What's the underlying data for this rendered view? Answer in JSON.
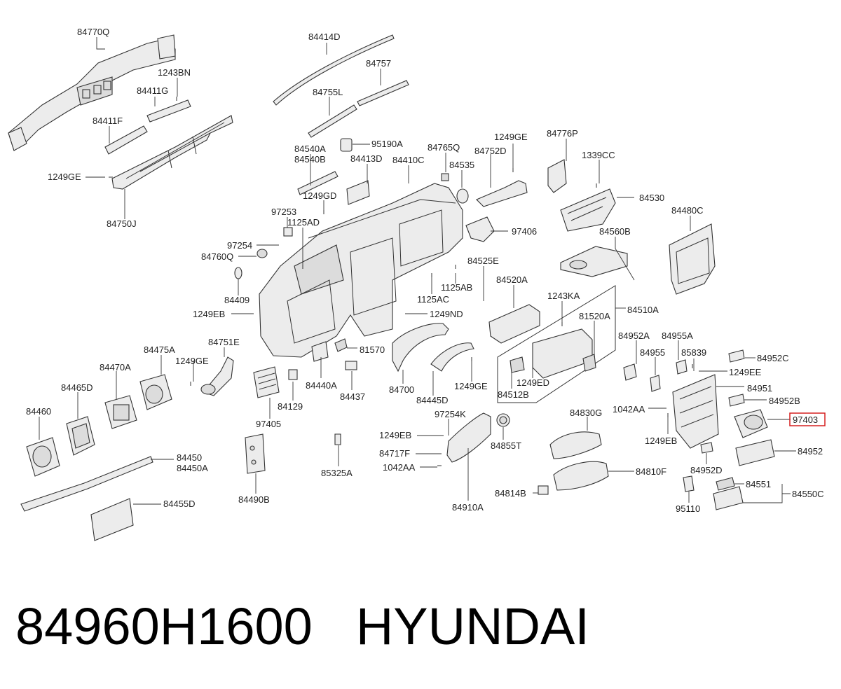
{
  "highlighted_part": "97403",
  "labels": {
    "p84770Q": "84770Q",
    "p1243BN": "1243BN",
    "p84411G": "84411G",
    "p84411F": "84411F",
    "p1249GE_a": "1249GE",
    "p84750J": "84750J",
    "p84414D": "84414D",
    "p84757": "84757",
    "p84755L": "84755L",
    "p95190A": "95190A",
    "p84765Q": "84765Q",
    "p1249GE_b": "1249GE",
    "p84776P": "84776P",
    "p84752D": "84752D",
    "p84535": "84535",
    "p84540A": "84540A",
    "p84540B": "84540B",
    "p84413D": "84413D",
    "p84410C": "84410C",
    "p1339CC": "1339CC",
    "p84530": "84530",
    "p1249GD": "1249GD",
    "p97253": "97253",
    "p1125AD": "1125AD",
    "p97406": "97406",
    "p84480C": "84480C",
    "p84560B": "84560B",
    "p97254_a": "97254",
    "p84760Q": "84760Q",
    "p84525E": "84525E",
    "p1125AB": "1125AB",
    "p84520A": "84520A",
    "p84409": "84409",
    "p1125AC": "1125AC",
    "p1243KA": "1243KA",
    "p84510A": "84510A",
    "p1249EB_a": "1249EB",
    "p1249ND": "1249ND",
    "p81520A": "81520A",
    "p84751E": "84751E",
    "p84475A": "84475A",
    "p81570": "81570",
    "p84952A": "84952A",
    "p84955A": "84955A",
    "p84470A": "84470A",
    "p1249GE_c": "1249GE",
    "p84955": "84955",
    "p85839": "85839",
    "p84952C": "84952C",
    "p84465D": "84465D",
    "p1249EE": "1249EE",
    "p84440A": "84440A",
    "p84700": "84700",
    "p1249ED": "1249ED",
    "p84951": "84951",
    "p84437": "84437",
    "p84445D": "84445D",
    "p1249GE_d": "1249GE",
    "p84512B": "84512B",
    "p84460": "84460",
    "p84129": "84129",
    "p84952B": "84952B",
    "p97254K": "97254K",
    "p84830G": "84830G",
    "p1042AA_a": "1042AA",
    "p97403": "97403",
    "p97405": "97405",
    "p1249EB_b": "1249EB",
    "p84855T": "84855T",
    "p1249EB_c": "1249EB",
    "p84952": "84952",
    "p84717F": "84717F",
    "p84450": "84450",
    "p84450A": "84450A",
    "p1042AA_b": "1042AA",
    "p85325A": "85325A",
    "p84952D": "84952D",
    "p84810F": "84810F",
    "p84551": "84551",
    "p84550C": "84550C",
    "p84814B": "84814B",
    "p84490B": "84490B",
    "p84455D": "84455D",
    "p84910A": "84910A",
    "p95110": "95110"
  },
  "footer": {
    "part_number": "84960H1600",
    "brand": "HYUNDAI"
  }
}
